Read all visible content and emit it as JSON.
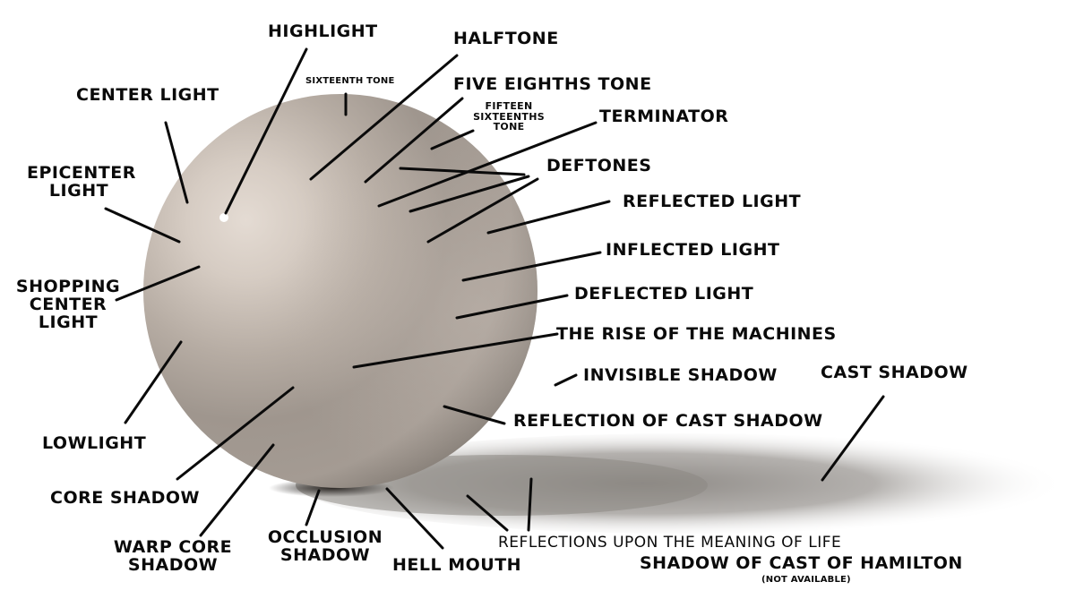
{
  "labels": {
    "highlight": "HIGHLIGHT",
    "halftone": "HALFTONE",
    "sixteenth_tone": "SIXTEENTH TONE",
    "five_eighths_tone": "FIVE EIGHTHS TONE",
    "fifteen_sixteenths_tone": [
      "FIFTEEN",
      "SIXTEENTHS",
      "TONE"
    ],
    "terminator": "TERMINATOR",
    "center_light": "CENTER LIGHT",
    "deftones": "DEFTONES",
    "epicenter_light": [
      "EPICENTER",
      "LIGHT"
    ],
    "reflected_light": "REFLECTED LIGHT",
    "inflected_light": "INFLECTED LIGHT",
    "shopping_center_light": [
      "SHOPPING",
      "CENTER",
      "LIGHT"
    ],
    "deflected_light": "DEFLECTED LIGHT",
    "rise_of_the_machines": "THE RISE OF THE MACHINES",
    "invisible_shadow": "INVISIBLE SHADOW",
    "cast_shadow": "CAST SHADOW",
    "reflection_of_cast_shadow": "REFLECTION OF CAST SHADOW",
    "lowlight": "LOWLIGHT",
    "core_shadow": "CORE SHADOW",
    "warp_core_shadow": [
      "WARP CORE",
      "SHADOW"
    ],
    "occlusion_shadow": [
      "OCCLUSION",
      "SHADOW"
    ],
    "hell_mouth": "HELL MOUTH",
    "reflections_upon_meaning_of_life": "REFLECTIONS UPON THE MEANING OF LIFE",
    "shadow_of_cast_of_hamilton": "SHADOW OF CAST OF HAMILTON",
    "not_available": "(NOT AVAILABLE)"
  },
  "colors": {
    "ink": "#0a0a0a",
    "sphere_light": "#ddd3cb",
    "sphere_mid": "#b4aaa1",
    "sphere_dark": "#7d756e",
    "cast_shadow": "#9a9692"
  }
}
